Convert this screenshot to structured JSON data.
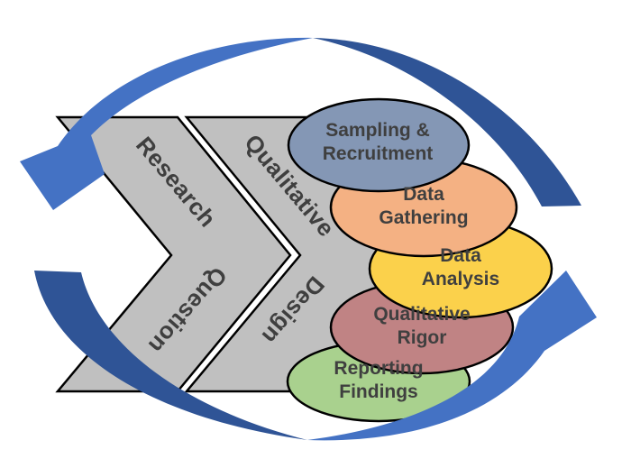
{
  "diagram": {
    "chevrons": [
      {
        "word1": "Research",
        "word2": "Question"
      },
      {
        "word1": "Qualitative",
        "word2": "Design"
      }
    ],
    "stages": [
      {
        "id": "sampling-recruitment",
        "line1": "Sampling &",
        "line2": "Recruitment",
        "fill": "#8497B5"
      },
      {
        "id": "data-gathering",
        "line1": "Data",
        "line2": "Gathering",
        "fill": "#F4B183"
      },
      {
        "id": "data-analysis",
        "line1": "Data",
        "line2": "Analysis",
        "fill": "#FBD14B"
      },
      {
        "id": "qualitative-rigor",
        "line1": "Qualitative",
        "line2": "Rigor",
        "fill": "#C08384"
      },
      {
        "id": "reporting-findings",
        "line1": "Reporting",
        "line2": "Findings",
        "fill": "#A9D18E"
      }
    ],
    "colors": {
      "arrow_bright": "#4472C4",
      "arrow_dark": "#2F5496",
      "chevron_fill": "#C0C0C0",
      "outline": "#000000",
      "label_text": "#3F3F3F",
      "background": "#FFFFFF"
    }
  }
}
